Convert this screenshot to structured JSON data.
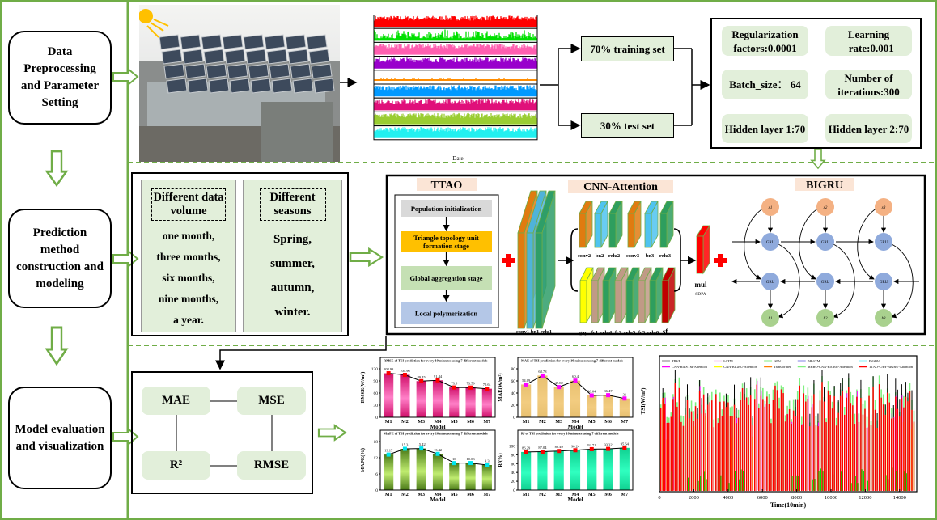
{
  "stages": [
    {
      "label": "Data Preprocessing and Parameter Setting"
    },
    {
      "label": "Prediction method construction and modeling"
    },
    {
      "label": "Model evaluation and visualization"
    }
  ],
  "data_split": {
    "train": "70% training set",
    "test": "30% test set"
  },
  "timeseries": {
    "xlabel": "Date",
    "colors": [
      "#ff0000",
      "#00e000",
      "#ff5fb0",
      "#9900cc",
      "#ff8c00",
      "#0099ff",
      "#e0107a",
      "#9acd32",
      "#22f0f0"
    ]
  },
  "params": [
    {
      "label": "Regularization factors:0.0001"
    },
    {
      "label": "Learning _rate:0.001"
    },
    {
      "label": "Batch_size： 64"
    },
    {
      "label": "Number of iterations:300"
    },
    {
      "label": "Hidden layer 1:70"
    },
    {
      "label": "Hidden layer 2:70"
    }
  ],
  "scenarios": {
    "volume": {
      "title": "Different data volume",
      "items": [
        "one month,",
        "three months,",
        "six months,",
        "nine months,",
        "a year."
      ]
    },
    "seasons": {
      "title": "Different seasons",
      "items": [
        "Spring,",
        "summer,",
        "autumn,",
        "winter."
      ]
    }
  },
  "ttao": {
    "title": "TTAO",
    "steps": [
      "Population initialization",
      "Triangle topology unit formation stage",
      "Global aggregation stage",
      "Local polymerization"
    ],
    "step_colors": [
      "#d9d9d9",
      "#ffc000",
      "#c5e0b4",
      "#b4c7e7"
    ]
  },
  "cnn": {
    "title": "CNN-Attention",
    "stem_label": "conv1 bn1 relu1",
    "top_layers": [
      "conv2",
      "bn2",
      "relu2",
      "conv3",
      "bn3",
      "relu3"
    ],
    "bottom_layers": [
      "gap",
      "fc1",
      "relu4",
      "fc2",
      "relu5",
      "fc3",
      "relu6",
      "sf"
    ],
    "mul_label": "mul",
    "sdpa_label": "SDPA"
  },
  "bigru": {
    "title": "BIGRU",
    "inputs": [
      "x1",
      "x2",
      "x3"
    ],
    "cell_label": "GRU",
    "outputs": [
      "h1",
      "h2",
      "h3"
    ]
  },
  "metrics": [
    "MAE",
    "MSE",
    "R²",
    "RMSE"
  ],
  "chart_data": [
    {
      "type": "bar",
      "title": "RMSE of TSI prediction for every 10 minutes using 7 different models",
      "xlabel": "Model",
      "ylabel": "RMSE(W/m²)",
      "categories": [
        "M1",
        "M2",
        "M3",
        "M4",
        "M5",
        "M6",
        "M7"
      ],
      "values": [
        108.93,
        104.96,
        89.45,
        91.44,
        73.8,
        73.59,
        70.61
      ],
      "ylim": [
        0,
        120
      ],
      "yticks": [
        0,
        30,
        60,
        90,
        120
      ],
      "colors": {
        "bar_top": "#d0106a",
        "bar_mid": "#ff80c8",
        "marker": "#ff0000"
      }
    },
    {
      "type": "bar",
      "title": "MAE of TSI prediction for every 10 minutes using 7 different models",
      "xlabel": "Model",
      "ylabel": "MAE(W/m²)",
      "categories": [
        "M1",
        "M2",
        "M3",
        "M4",
        "M5",
        "M6",
        "M7"
      ],
      "values": [
        54.09,
        68.78,
        49.82,
        60.4,
        36.04,
        36.47,
        31
      ],
      "ylim": [
        0,
        80
      ],
      "yticks": [
        0,
        20,
        40,
        60,
        80
      ],
      "colors": {
        "bar_top": "#e8c070",
        "bar_mid": "#f2cc80",
        "marker": "#ff00ff"
      }
    },
    {
      "type": "bar",
      "title": "MAPE of TSI prediction for every 10 minutes using 7 different models",
      "xlabel": "Model",
      "ylabel": "MAPE(%)",
      "categories": [
        "M1",
        "M2",
        "M3",
        "M4",
        "M5",
        "M6",
        "M7"
      ],
      "values": [
        13.17,
        15.3,
        15.42,
        13.42,
        10.0,
        10.03,
        9.3
      ],
      "ylim": [
        0,
        18
      ],
      "yticks": [
        0,
        6,
        12,
        18
      ],
      "colors": {
        "bar_top": "#4a7a18",
        "bar_mid": "#c0ec70",
        "marker": "#00e5ee"
      }
    },
    {
      "type": "bar",
      "title": "R² of TSI prediction for every 10 minutes using 7 different models",
      "xlabel": "Model",
      "ylabel": "R²(%)",
      "categories": [
        "M1",
        "M2",
        "M3",
        "M4",
        "M5",
        "M6",
        "M7"
      ],
      "values": [
        86.29,
        87.04,
        88.49,
        90.24,
        92.71,
        93.32,
        95.64
      ],
      "ylim": [
        0,
        110
      ],
      "yticks": [
        0,
        20,
        40,
        60,
        80,
        100
      ],
      "colors": {
        "bar_top": "#10d090",
        "bar_mid": "#30ffc0",
        "marker": "#ff0000"
      }
    },
    {
      "type": "line",
      "xlabel": "Time(10min)",
      "ylabel": "TSI(W/m²)",
      "xlim": [
        0,
        15000
      ],
      "xticks": [
        0,
        2000,
        4000,
        6000,
        8000,
        10000,
        12000,
        14000
      ],
      "legend_position": "top",
      "series": [
        {
          "name": "TRUE",
          "color": "#000000"
        },
        {
          "name": "LSTM",
          "color": "#e8a0e8"
        },
        {
          "name": "GRU",
          "color": "#00dd00"
        },
        {
          "name": "BILSTM",
          "color": "#0000cc"
        },
        {
          "name": "BiGRU",
          "color": "#00e5ee"
        },
        {
          "name": "CNN-BILSTM-Attention",
          "color": "#ff00ff"
        },
        {
          "name": "CNN-BIGRU-Attention",
          "color": "#ffff00"
        },
        {
          "name": "Transformer",
          "color": "#ff8000"
        },
        {
          "name": "MHRO-CNN-BIGRU-Attention",
          "color": "#80f080"
        },
        {
          "name": "TTAO-CNN-BIGRU-Attention",
          "color": "#ff0000"
        }
      ]
    }
  ],
  "colors": {
    "frame": "#70ad47",
    "panel": "#e2efda",
    "plus": "#ff0000"
  }
}
